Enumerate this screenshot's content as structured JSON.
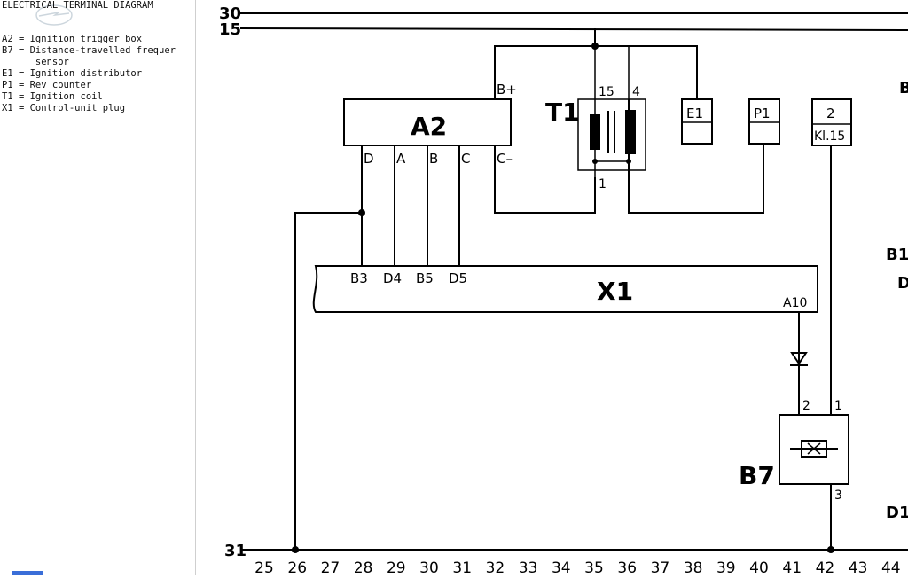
{
  "legend": {
    "title": "ELECTRICAL TERMINAL DIAGRAM",
    "items": [
      "A2 = Ignition trigger box",
      "B7 = Distance-travelled frequer",
      "      sensor",
      "E1 = Ignition distributor",
      "P1 = Rev counter",
      "T1 = Ignition coil",
      "X1 = Control-unit plug"
    ],
    "watermark": "Opel"
  },
  "diagram": {
    "rails": {
      "r30": "30",
      "r15": "15",
      "r31": "31"
    },
    "a2": {
      "name": "A2",
      "pins": [
        "D",
        "A",
        "B",
        "C"
      ],
      "bplus": "B+",
      "cminus": "C–"
    },
    "t1": {
      "name": "T1",
      "pin15": "15",
      "pin4": "4",
      "pin1": "1"
    },
    "e1": {
      "name": "E1"
    },
    "p1": {
      "name": "P1"
    },
    "sw": {
      "num": "2",
      "label": "Kl.15"
    },
    "x1": {
      "name": "X1",
      "pins": [
        "B3",
        "D4",
        "B5",
        "D5"
      ],
      "a10": "A10"
    },
    "b7": {
      "name": "B7",
      "pin1": "1",
      "pin2": "2",
      "pin3": "3"
    },
    "right_edge": [
      "B",
      "B1.",
      "D",
      "D1"
    ],
    "grid": [
      "25",
      "26",
      "27",
      "28",
      "29",
      "30",
      "31",
      "32",
      "33",
      "34",
      "35",
      "36",
      "37",
      "38",
      "39",
      "40",
      "41",
      "42",
      "43",
      "44"
    ]
  }
}
